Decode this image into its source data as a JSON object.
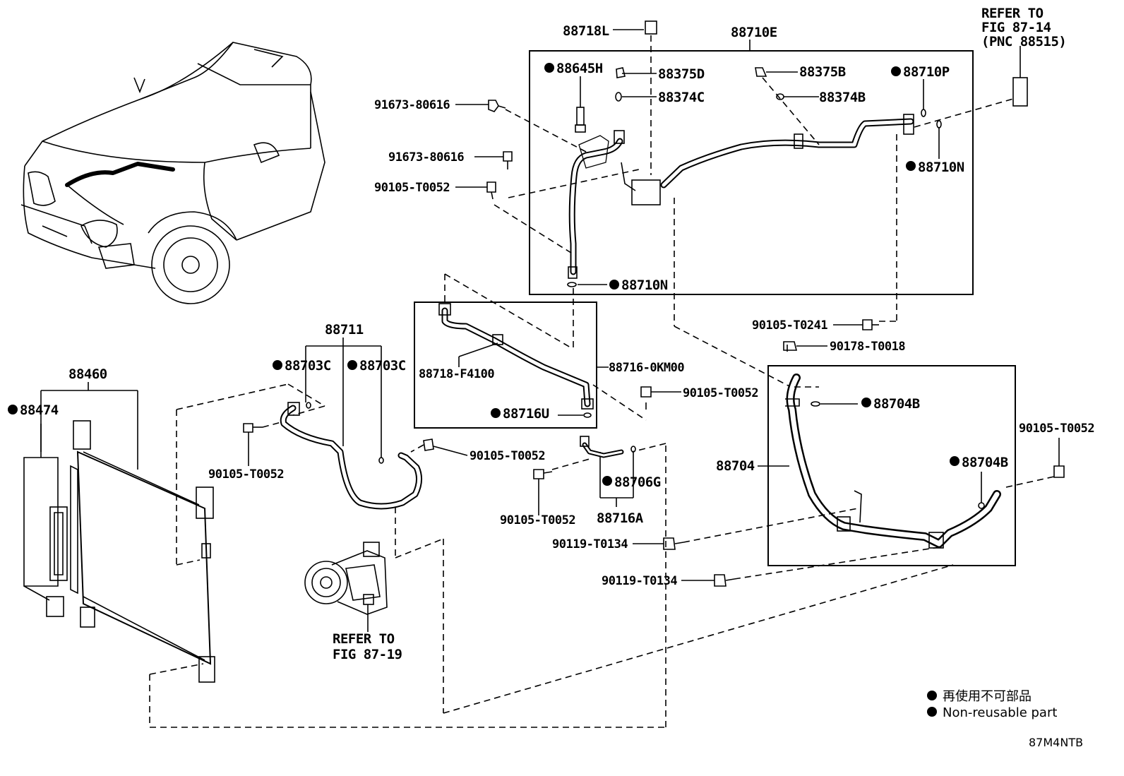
{
  "labels": {
    "p88718L": "88718L",
    "p88710E": "88710E",
    "p88645H": "88645H",
    "p88375D": "88375D",
    "p88375B": "88375B",
    "p88710P": "88710P",
    "p88374C": "88374C",
    "p88374B": "88374B",
    "p88710N_a": "88710N",
    "p88710N_b": "88710N",
    "p91673_1": "91673-80616",
    "p91673_2": "91673-80616",
    "p90105_1": "90105-T0052",
    "p90105_T0241": "90105-T0241",
    "p90178": "90178-T0018",
    "p88711": "88711",
    "p88703C_a": "88703C",
    "p88703C_b": "88703C",
    "p88718F": "88718-F4100",
    "p88716K": "88716-0KM00",
    "p88716U": "88716U",
    "p90105_2": "90105-T0052",
    "p88704B_a": "88704B",
    "p88704B_b": "88704B",
    "p88704": "88704",
    "p90105_3": "90105-T0052",
    "p88460": "88460",
    "p88474": "88474",
    "p90105_4": "90105-T0052",
    "p90105_5": "90105-T0052",
    "p90105_6": "90105-T0052",
    "p88706G": "88706G",
    "p88716A": "88716A",
    "p90119_a": "90119-T0134",
    "p90119_b": "90119-T0134"
  },
  "refer_top": [
    "REFER TO",
    "FIG 87-14",
    "(PNC 88515)"
  ],
  "refer_compressor": [
    "REFER TO",
    "FIG 87-19"
  ],
  "legend": {
    "line1": "再使用不可部品",
    "line2": "Non-reusable part"
  },
  "figure_code": "87M4NTB"
}
